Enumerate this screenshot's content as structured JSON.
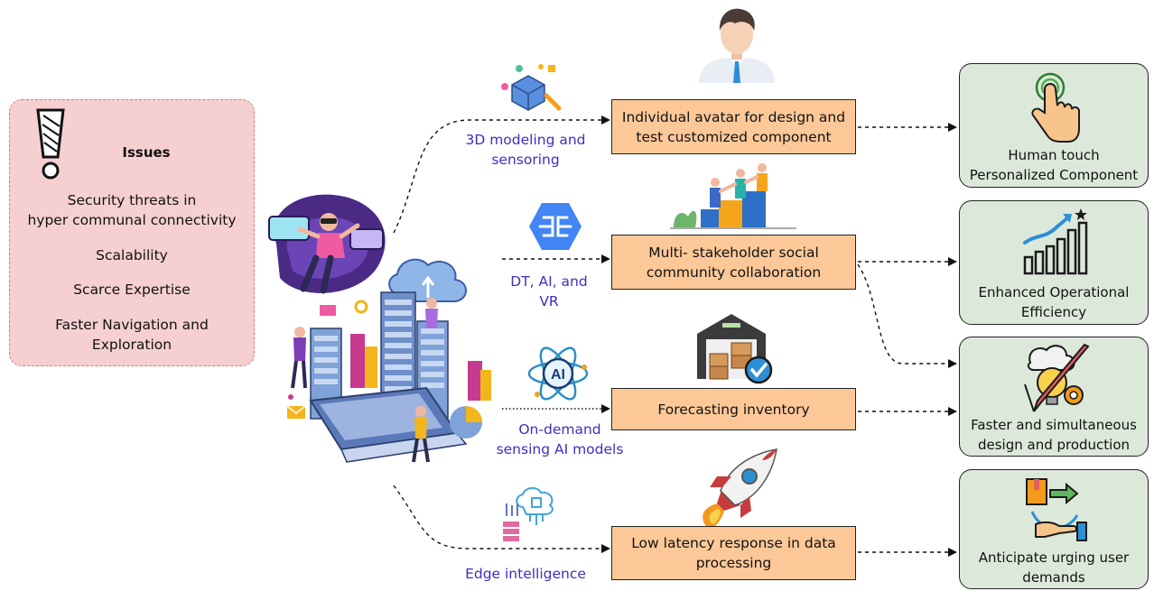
{
  "issues": {
    "title": "Issues",
    "items": [
      "Security threats in\nhyper communal connectivity",
      "Scalability",
      "Scarce Expertise",
      "Faster Navigation and\nExploration"
    ]
  },
  "technologies": [
    "3D modeling and\nsensoring",
    "DT, AI, and\nVR",
    "On-demand\nsensing AI models",
    "Edge intelligence"
  ],
  "processes": [
    "Individual avatar for design and\ntest customized component",
    "Multi- stakeholder social\ncommunity collaboration",
    "Forecasting inventory",
    "Low latency response in data\nprocessing"
  ],
  "outcomes": [
    "Human touch\nPersonalized Component",
    "Enhanced Operational\nEfficiency",
    "Faster and simultaneous\ndesign and production",
    "Anticipate urging user\ndemands"
  ],
  "icons": {
    "alert": "exclamation-icon",
    "tech": [
      "3d-modeling-icon",
      "brain-network-icon",
      "ai-atom-icon",
      "edge-cloud-icon"
    ],
    "process": [
      "avatar-person-icon",
      "team-collaboration-icon",
      "warehouse-icon",
      "rocket-icon"
    ],
    "outcome": [
      "touch-hand-icon",
      "growth-chart-icon",
      "creative-head-icon",
      "delivery-hand-icon"
    ]
  },
  "colors": {
    "issues_fill": "#f6d0d0",
    "process_fill": "#fcc898",
    "outcome_fill": "#dce9da",
    "tech_text": "#3d2fc4"
  }
}
